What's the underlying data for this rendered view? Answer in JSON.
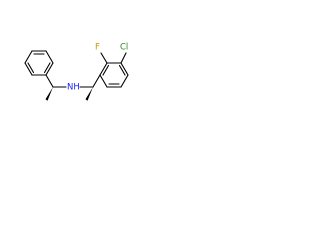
{
  "molecule": {
    "atoms": {
      "chlorine": "Cl",
      "fluorine": "F",
      "amine": "NH"
    },
    "colors": {
      "chlorine": "#2e8b22",
      "fluorine": "#cc9900",
      "amine": "#1a1aff",
      "bond": "#000000"
    }
  }
}
